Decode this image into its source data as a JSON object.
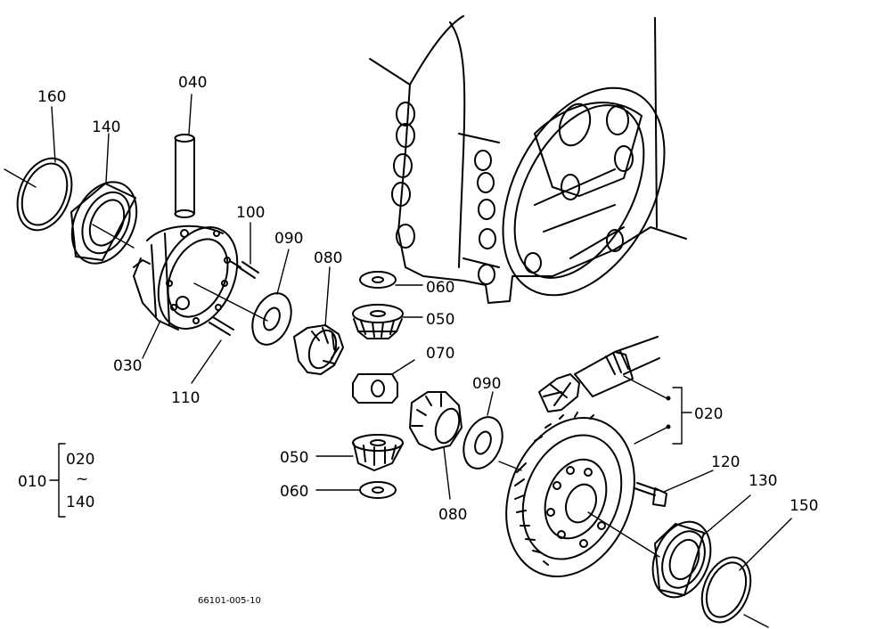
{
  "labels": {
    "p040": "040",
    "p160": "160",
    "p140": "140",
    "p100": "100",
    "p090a": "090",
    "p080a": "080",
    "p060a": "060",
    "p050a": "050",
    "p070": "070",
    "p030": "030",
    "p110": "110",
    "p090b": "090",
    "p020": "020",
    "p050b": "050",
    "p060b": "060",
    "p080b": "080",
    "p120": "120",
    "p130": "130",
    "p150": "150"
  },
  "group": {
    "main": "010",
    "from": "020",
    "range_mark": "~",
    "to": "140"
  },
  "figure_code": "66101-005-10"
}
